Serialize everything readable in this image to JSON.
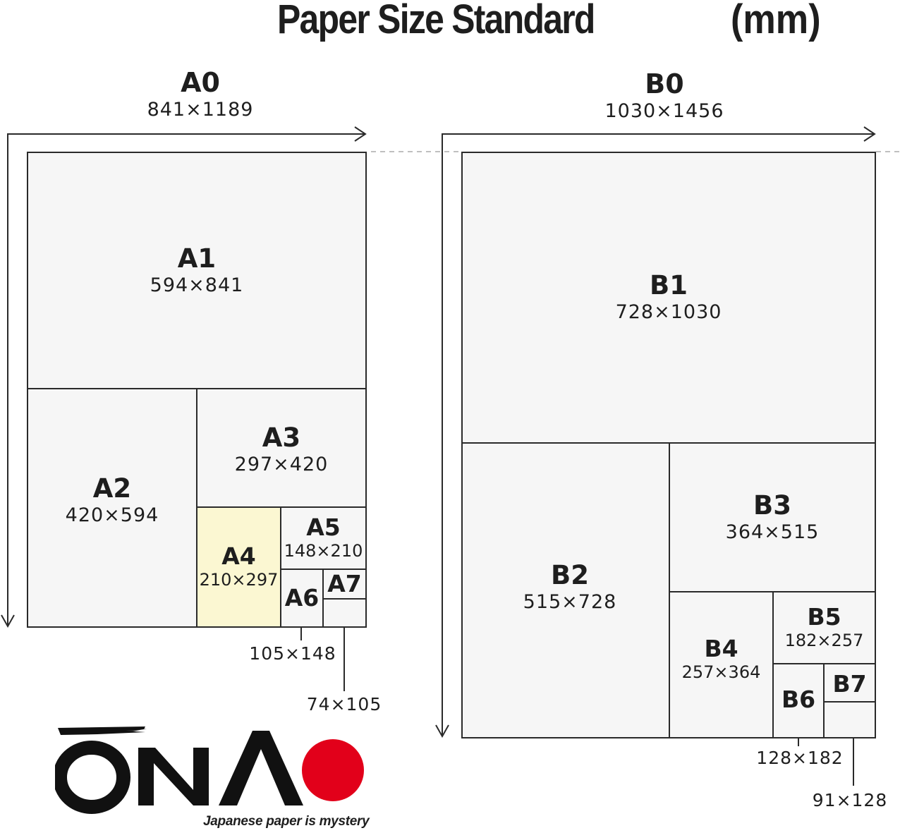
{
  "header": {
    "title": "Paper Size Standard",
    "unit": "(mm)"
  },
  "a_series": {
    "a0": {
      "label": "A0",
      "size": "841×1189"
    },
    "a1": {
      "label": "A1",
      "size": "594×841"
    },
    "a2": {
      "label": "A2",
      "size": "420×594"
    },
    "a3": {
      "label": "A3",
      "size": "297×420"
    },
    "a4": {
      "label": "A4",
      "size": "210×297"
    },
    "a5": {
      "label": "A5",
      "size": "148×210"
    },
    "a6": {
      "label": "A6",
      "size": "105×148"
    },
    "a7": {
      "label": "A7",
      "size": "74×105"
    }
  },
  "b_series": {
    "b0": {
      "label": "B0",
      "size": "1030×1456"
    },
    "b1": {
      "label": "B1",
      "size": "728×1030"
    },
    "b2": {
      "label": "B2",
      "size": "515×728"
    },
    "b3": {
      "label": "B3",
      "size": "364×515"
    },
    "b4": {
      "label": "B4",
      "size": "257×364"
    },
    "b5": {
      "label": "B5",
      "size": "182×257"
    },
    "b6": {
      "label": "B6",
      "size": "128×182"
    },
    "b7": {
      "label": "B7",
      "size": "91×128"
    }
  },
  "brand": {
    "logo_text": "ŌNA",
    "tagline": "Japanese paper is mystery"
  },
  "colors": {
    "highlight": "#fbf7d2",
    "cell": "#f6f6f6",
    "line": "#2a2a2a",
    "logo_dot": "#e2001a"
  }
}
